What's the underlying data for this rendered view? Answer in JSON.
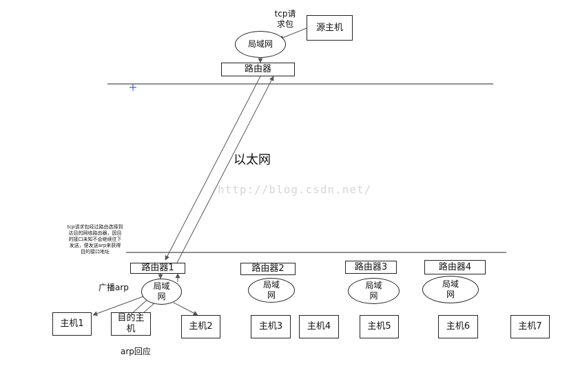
{
  "top": {
    "source_host": "源主机",
    "tcp_label": "tcp请\n求包",
    "lan": "局域网",
    "router": "路由器"
  },
  "ethernet_label": "以太网",
  "watermark": "http://blog.csdn.net/",
  "bottom": {
    "note": "tcp请求包经过路由选择到\n达目的网络路由器，因目\n的接口未知不会继续往下\n发送，便发送arp来获得\n目的接口地址",
    "routers": [
      "路由器1",
      "路由器2",
      "路由器3",
      "路由器4"
    ],
    "lans": [
      "局域\n网",
      "局域\n网",
      "局域\n网",
      "局域\n网"
    ],
    "hosts": [
      "主机1",
      "目的主\n机",
      "主机2",
      "主机3",
      "主机4",
      "主机5",
      "主机6",
      "主机7"
    ],
    "broadcast_label": "广播arp",
    "reply_label": "arp回应"
  },
  "colors": {
    "line": "#222222",
    "arrow": "#555555",
    "cursor": "#1a3fd6"
  }
}
